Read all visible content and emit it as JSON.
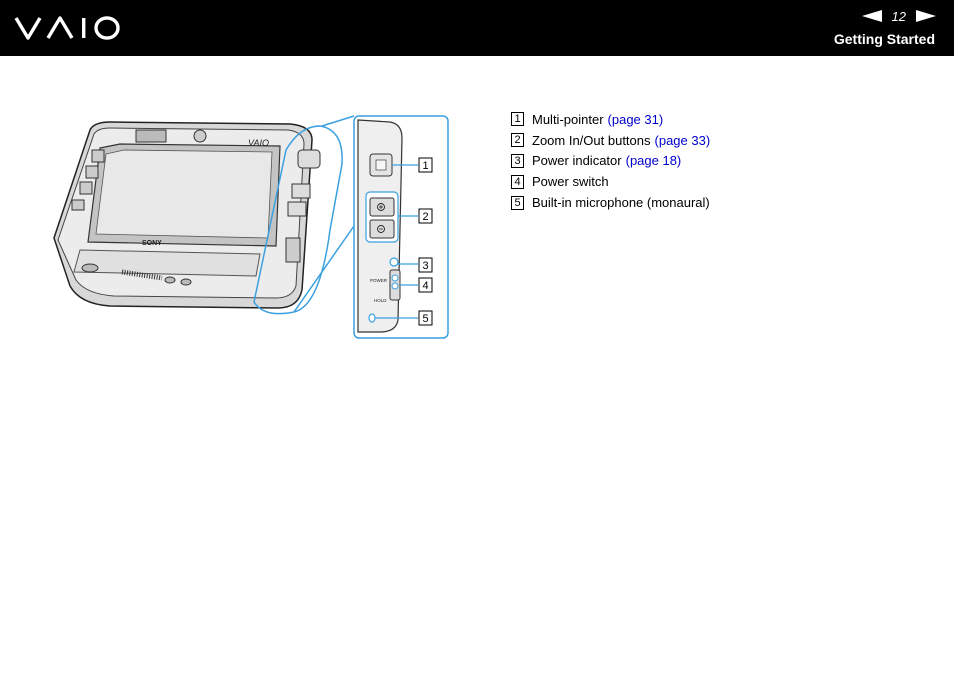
{
  "header": {
    "logo_text": "VAIO",
    "prev_icon": "left-arrow-icon",
    "next_icon": "right-arrow-icon",
    "page_number": "12",
    "section_title": "Getting Started"
  },
  "figure": {
    "callout_numbers": [
      "1",
      "2",
      "3",
      "4",
      "5"
    ],
    "device_labels": {
      "brand": "SONY",
      "vaio": "VAIO",
      "power": "POWER",
      "hold": "HOLD"
    }
  },
  "items": [
    {
      "num": "1",
      "text": "Multi-pointer",
      "link": "(page 31)"
    },
    {
      "num": "2",
      "text": "Zoom In/Out buttons",
      "link": "(page 33)"
    },
    {
      "num": "3",
      "text": "Power indicator",
      "link": "(page 18)"
    },
    {
      "num": "4",
      "text": "Power switch",
      "link": ""
    },
    {
      "num": "5",
      "text": "Built-in microphone (monaural)",
      "link": ""
    }
  ]
}
